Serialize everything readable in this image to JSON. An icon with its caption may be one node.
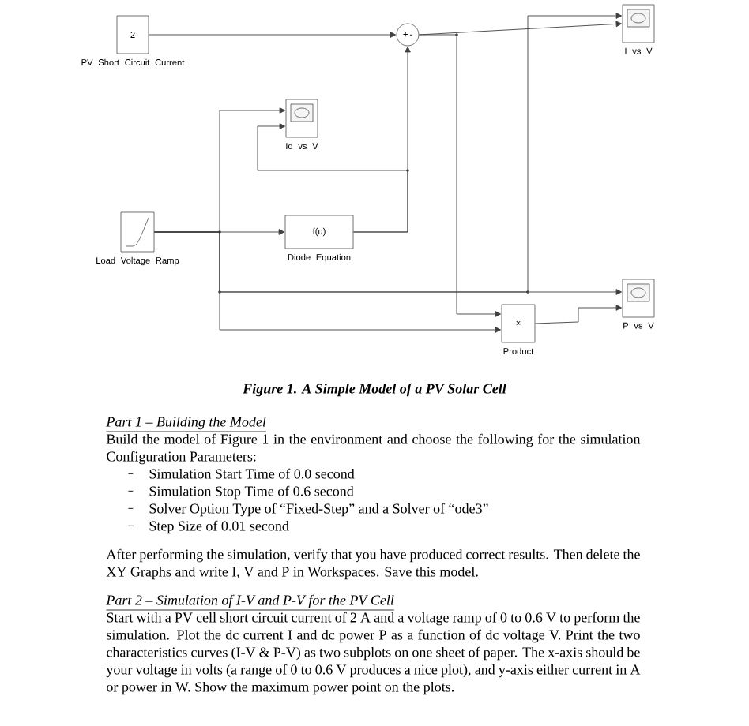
{
  "diagram": {
    "caption": "Figure 1. A Simple Model of a PV Solar Cell",
    "nodes": [
      {
        "text": [
          "2"
        ],
        "beside": [
          "PV Short Circuit Current"
        ]
      },
      {
        "text": [
          "+",
          "-"
        ]
      },
      {
        "text": [],
        "shape": "box",
        "beside": [
          "I vs V"
        ]
      },
      {
        "text": [],
        "shape": "box",
        "beside": [
          "Id vs V"
        ]
      },
      {
        "text": [],
        "shape": "box",
        "beside": [
          "Load Voltage Ramp"
        ]
      },
      {
        "text": [
          "f(u)"
        ],
        "beside": [
          "Diode Equation"
        ]
      },
      {
        "text": [
          "×"
        ],
        "beside": [
          "Product"
        ]
      },
      {
        "text": [],
        "shape": "box",
        "beside": [
          "P vs V"
        ]
      }
    ],
    "edges": [
      {
        "from": 0,
        "to": 1,
        "arrow": "to"
      },
      {
        "from": 4,
        "to": 5,
        "arrow": "to"
      },
      {
        "from": 4,
        "to": 3,
        "arrow": "to"
      },
      {
        "from": 4,
        "to": 2,
        "arrow": "to"
      },
      {
        "from": 4,
        "to": 7,
        "arrow": "to"
      },
      {
        "from": 4,
        "to": 6,
        "arrow": "to"
      },
      {
        "from": 5,
        "to": 1,
        "arrow": "to"
      },
      {
        "from": 5,
        "to": 3,
        "arrow": "to"
      },
      {
        "from": 1,
        "to": 2,
        "arrow": "to"
      },
      {
        "from": 1,
        "to": 6,
        "arrow": "to"
      },
      {
        "from": 6,
        "to": 7,
        "arrow": "to"
      }
    ],
    "labels": [
      "Part 1 – Building the Model",
      "Build the model of Figure 1 in the environment and choose the following for the simulation Configuration Parameters:",
      "Simulation Start Time of 0.0 second",
      "Simulation Stop Time of 0.6 second",
      "Solver Option Type of “Fixed-Step” and a Solver of “ode3”",
      "Step Size of 0.01 second",
      "After performing the simulation, verify that you have produced correct results. Then delete the XY Graphs and write I, V and P in Workspaces. Save this model.",
      "Part 2 – Simulation of I-V and P-V for the PV Cell",
      "Start with a PV cell short circuit current of 2 A and a voltage ramp of 0 to 0.6 V to perform the simulation. Plot the dc current I and dc power P as a function of dc voltage V. Print the two characteristics curves (I-V & P-V) as two subplots on one sheet of paper. The x-axis should be your voltage in volts (a range of 0 to 0.6 V produces a nice plot), and y-axis either current in A or power in W. Show the maximum power point on the plots."
    ]
  }
}
